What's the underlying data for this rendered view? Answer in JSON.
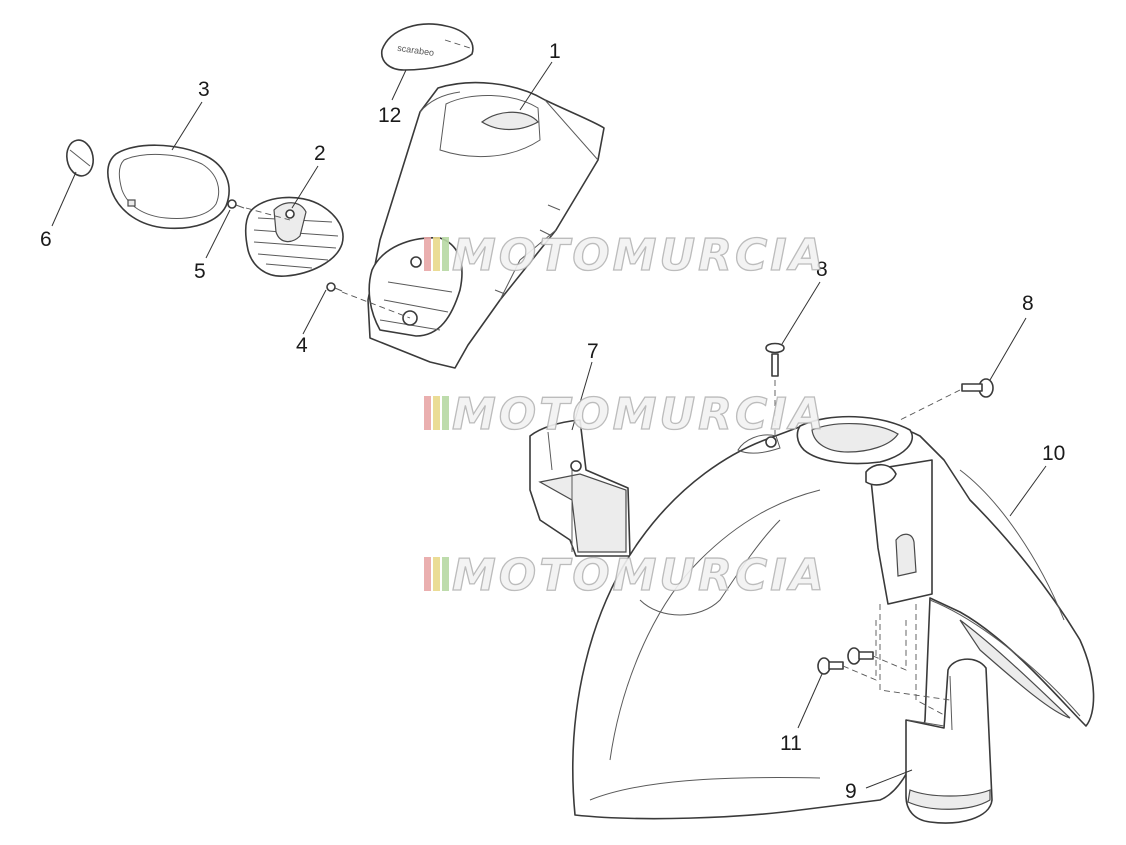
{
  "callouts": {
    "c1": "1",
    "c2": "2",
    "c3": "3",
    "c4": "4",
    "c5": "5",
    "c6": "6",
    "c7": "7",
    "c8a": "8",
    "c8b": "8",
    "c9": "9",
    "c10": "10",
    "c11": "11",
    "c12": "12"
  },
  "emblem_text": "scarabeo",
  "watermark": {
    "text": "MOTOMURCIA",
    "stripe_colors": [
      "#e8a7a7",
      "#e9d98a",
      "#b8d9a4"
    ]
  },
  "colors": {
    "line": "#3a3a3a",
    "shade": "#ececec",
    "background": "#ffffff"
  }
}
